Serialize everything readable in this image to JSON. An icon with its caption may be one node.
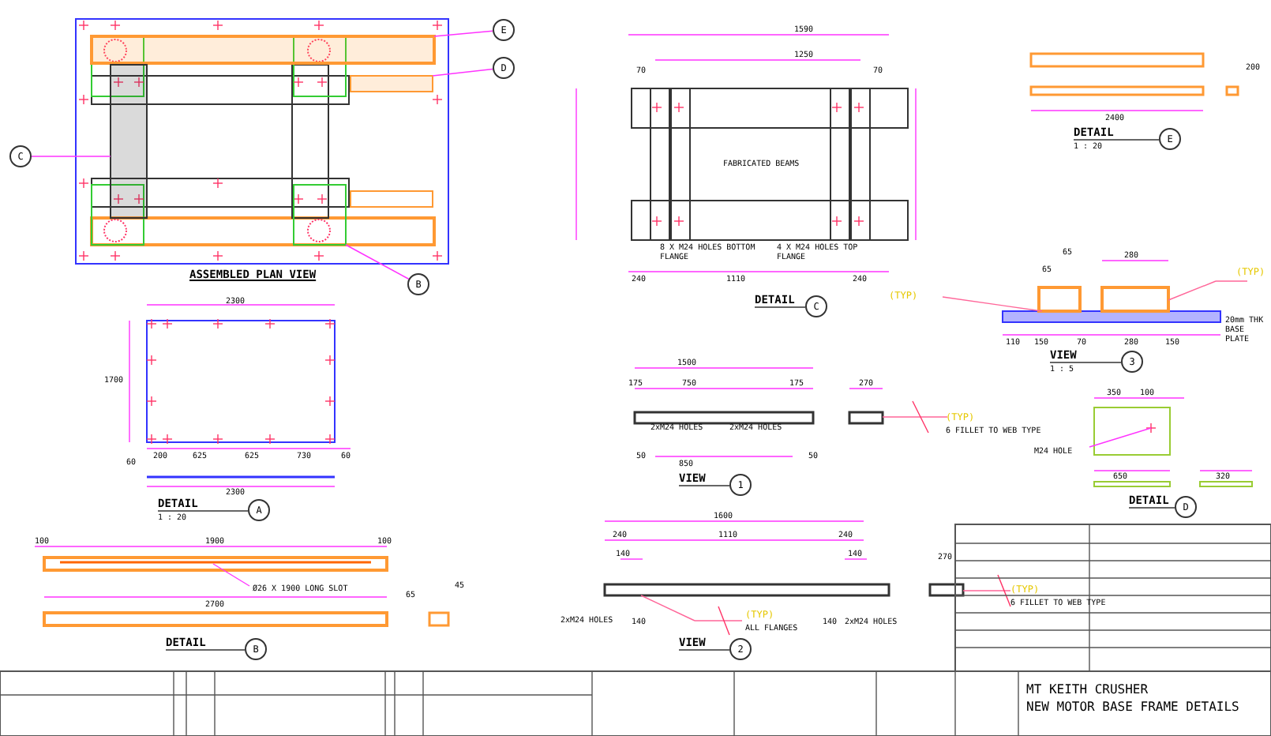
{
  "diagram": {
    "nodes": [
      {
        "text": [
          "E"
        ]
      },
      {
        "text": [
          "D"
        ]
      },
      {
        "text": [
          "C"
        ]
      },
      {
        "text": [
          "B"
        ]
      },
      {
        "text": [
          "A"
        ],
        "beside": [
          "DETAIL",
          "1 : 20"
        ]
      },
      {
        "text": [
          "C"
        ],
        "beside": [
          "DETAIL"
        ]
      },
      {
        "text": [
          "E"
        ],
        "beside": [
          "DETAIL",
          "1 : 20"
        ]
      },
      {
        "text": [
          "3"
        ],
        "beside": [
          "VIEW",
          "1 : 5"
        ]
      },
      {
        "text": [
          "1"
        ],
        "beside": [
          "VIEW"
        ]
      },
      {
        "text": [
          "D"
        ],
        "beside": [
          "DETAIL"
        ]
      },
      {
        "text": [
          "2"
        ],
        "beside": [
          "VIEW"
        ]
      },
      {
        "text": [
          "B"
        ],
        "beside": [
          "DETAIL"
        ]
      },
      {
        "text": [],
        "shape": "bar"
      },
      {
        "text": [],
        "shape": "bar"
      },
      {
        "text": [],
        "shape": "bar"
      },
      {
        "text": [],
        "shape": "box"
      }
    ],
    "edges": [
      {
        "from": 0,
        "to": 12,
        "arrow": "none"
      },
      {
        "from": 1,
        "to": 13,
        "arrow": "none"
      },
      {
        "from": 2,
        "to": 14,
        "arrow": "none"
      },
      {
        "from": 3,
        "to": 15,
        "arrow": "none"
      }
    ],
    "labels": [
      "ASSEMBLED PLAN VIEW",
      "2300",
      "1700",
      "200",
      "625",
      "625",
      "730",
      "60",
      "60",
      "2300",
      "1590",
      "1250",
      "70",
      "70",
      "FABRICATED BEAMS",
      "8 X M24 HOLES BOTTOM FLANGE",
      "4 X M24 HOLES TOP FLANGE",
      "240",
      "1110",
      "240",
      "2400",
      "200",
      "65",
      "65",
      "280",
      "(TYP)",
      "(TYP)",
      "110",
      "150",
      "70",
      "280",
      "150",
      "20mm THK BASE PLATE",
      "1500",
      "175",
      "750",
      "175",
      "2xM24 HOLES",
      "2xM24 HOLES",
      "50",
      "850",
      "50",
      "270",
      "(TYP)",
      "6 FILLET TO WEB TYPE",
      "350",
      "100",
      "M24 HOLE",
      "650",
      "320",
      "1600",
      "240",
      "1110",
      "240",
      "140",
      "140",
      "2xM24 HOLES",
      "140",
      "(TYP)",
      "ALL FLANGES",
      "140",
      "2xM24 HOLES",
      "270",
      "(TYP)",
      "6 FILLET TO WEB TYPE",
      "100",
      "1900",
      "100",
      "Ø26 X 1900 LONG SLOT",
      "2700",
      "45",
      "65",
      "MT KEITH CRUSHER",
      "NEW MOTOR BASE FRAME DETAILS"
    ]
  }
}
